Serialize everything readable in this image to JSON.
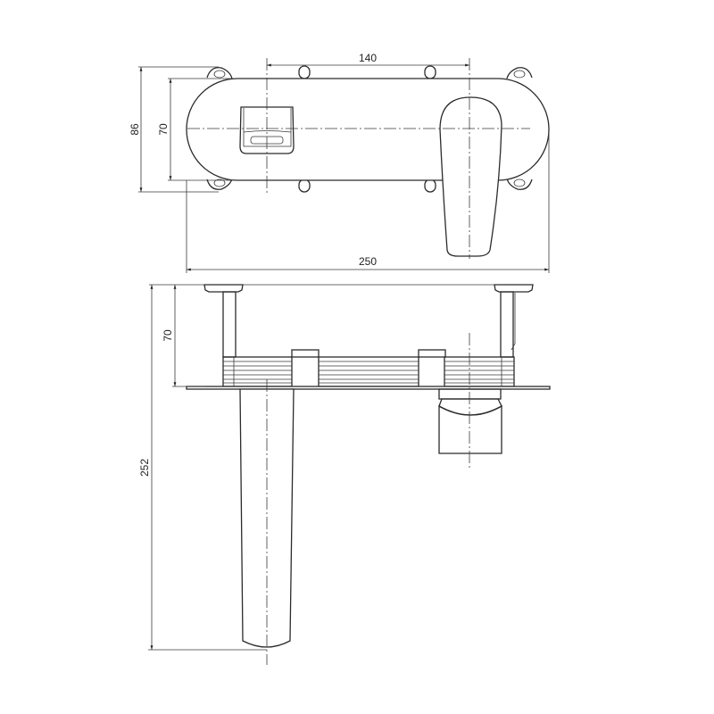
{
  "drawing": {
    "top_view": {
      "dim_center_distance": "140",
      "dim_overall_width": "250",
      "dim_overall_height": "86",
      "dim_plate_height": "70"
    },
    "side_view": {
      "dim_wall_depth": "70",
      "dim_total_projection": "252"
    }
  },
  "colors": {
    "line": "#2b2b2b",
    "background": "#ffffff"
  }
}
